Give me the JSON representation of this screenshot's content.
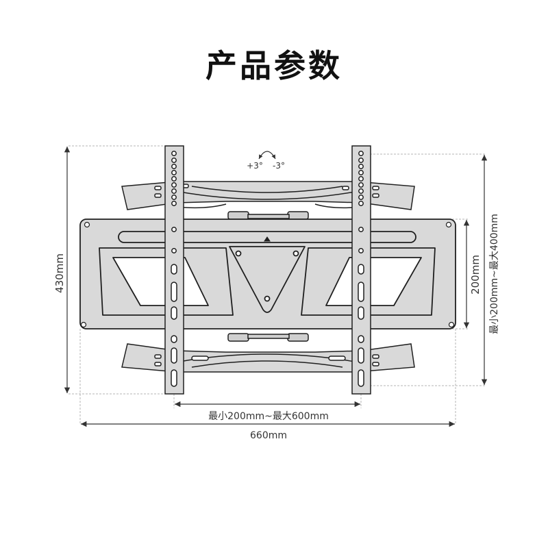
{
  "title": "产品参数",
  "tilt": {
    "plus": "+3°",
    "minus": "-3°"
  },
  "dimensions": {
    "height_total": "430mm",
    "vesa_vertical_inner": "200mm",
    "vesa_vertical_range": "最小200mm~最大400mm",
    "vesa_horizontal_range": "最小200mm~最大600mm",
    "width_total": "660mm"
  },
  "colors": {
    "plate": "#d9d9d9",
    "stroke": "#1f1f1f",
    "dim_line": "#333333",
    "guide": "#b5b5b5"
  }
}
